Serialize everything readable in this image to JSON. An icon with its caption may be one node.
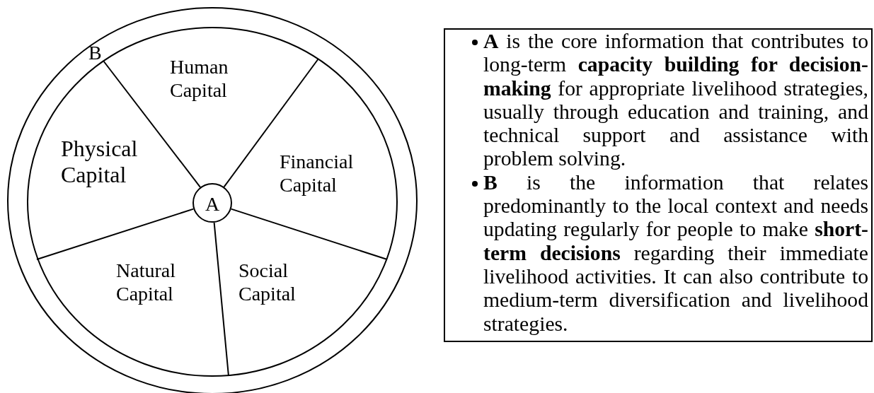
{
  "diagram": {
    "nodes": [
      {
        "text": [],
        "shape": "circle"
      },
      {
        "text": [],
        "shape": "circle",
        "in": 0
      },
      {
        "text": [
          "Human Capital"
        ],
        "in": 1
      },
      {
        "text": [
          "Financial Capital"
        ],
        "in": 1
      },
      {
        "text": [
          "Social Capital"
        ],
        "in": 1
      },
      {
        "text": [
          "Natural Capital"
        ],
        "in": 1
      },
      {
        "text": [
          "Physical Capital"
        ],
        "in": 1
      },
      {
        "text": [
          "A"
        ],
        "in": 1
      },
      {
        "text": [
          "**A** is the core information that contributes to long-term **capacity building for decision-making** for appropriate livelihood strategies, usually through education and training, and technical support and assistance with problem solving.",
          "**B** is the information that relates predominantly to the local context and needs updating regularly for people to make **short-term decisions** regarding their immediate livelihood activities. It can also contribute to medium-term diversification and livelihood strategies."
        ]
      }
    ],
    "labels": [
      "B"
    ]
  }
}
